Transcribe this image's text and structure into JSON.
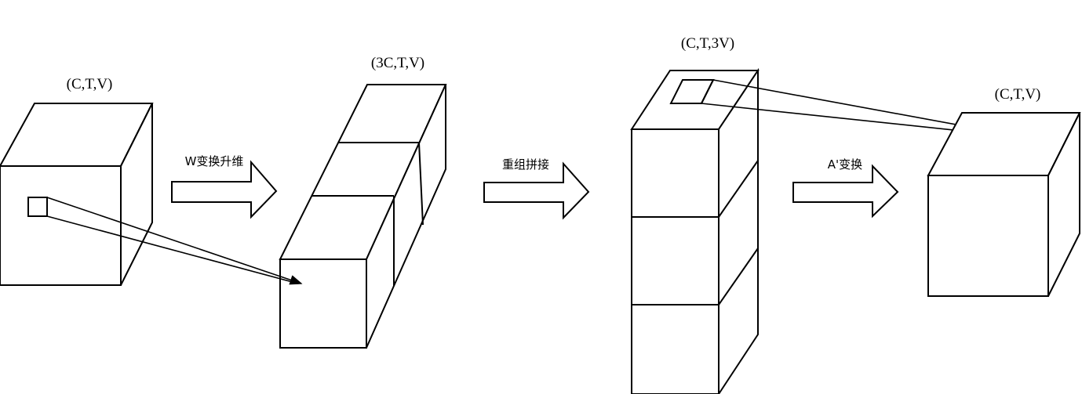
{
  "labels": {
    "input_block": "(C,T,V)",
    "expanded_block": "(3C,T,V)",
    "regrouped_block": "(C,T,3V)",
    "output_block": "(C,T,V)"
  },
  "operations": {
    "w_transform": "W变换升维",
    "regroup_concat": "重组拼接",
    "a_transform": "A'变换"
  }
}
